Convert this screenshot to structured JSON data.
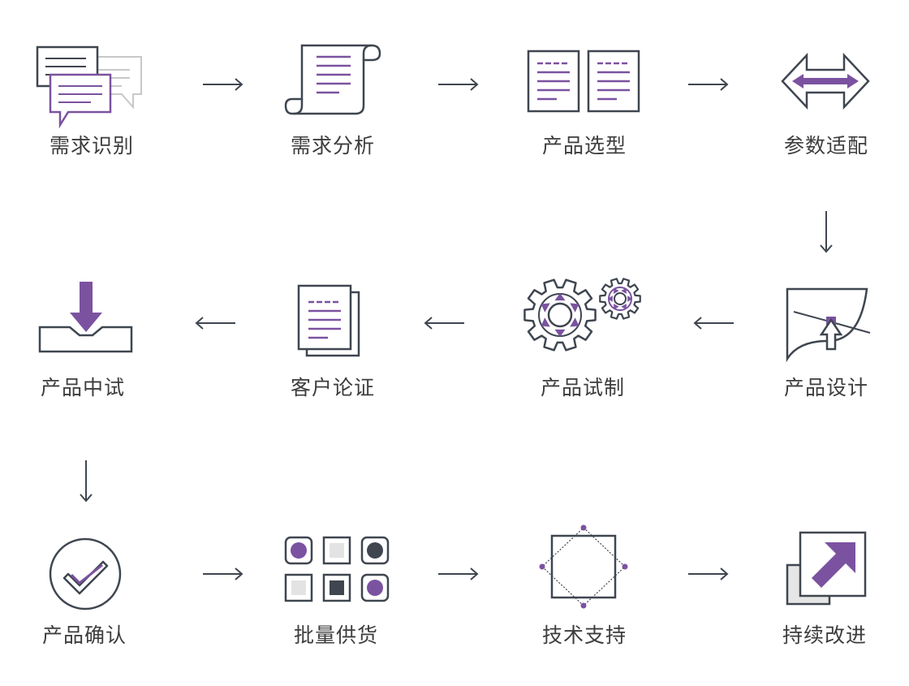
{
  "steps": [
    {
      "label": "需求识别",
      "icon": "chat-bubbles-icon"
    },
    {
      "label": "需求分析",
      "icon": "scroll-document-icon"
    },
    {
      "label": "产品选型",
      "icon": "two-documents-icon"
    },
    {
      "label": "参数适配",
      "icon": "double-arrow-icon"
    },
    {
      "label": "产品设计",
      "icon": "design-cursor-icon"
    },
    {
      "label": "产品试制",
      "icon": "gears-icon"
    },
    {
      "label": "客户论证",
      "icon": "stacked-documents-icon"
    },
    {
      "label": "产品中试",
      "icon": "download-tray-icon"
    },
    {
      "label": "产品确认",
      "icon": "check-circle-icon"
    },
    {
      "label": "批量供货",
      "icon": "grid-blocks-icon"
    },
    {
      "label": "技术支持",
      "icon": "square-diamond-icon"
    },
    {
      "label": "持续改进",
      "icon": "external-arrow-icon"
    }
  ],
  "colors": {
    "outline": "#3f4650",
    "accent": "#7b52a0",
    "muted": "#c8c8c8",
    "fill_light": "#e6e6e6"
  }
}
